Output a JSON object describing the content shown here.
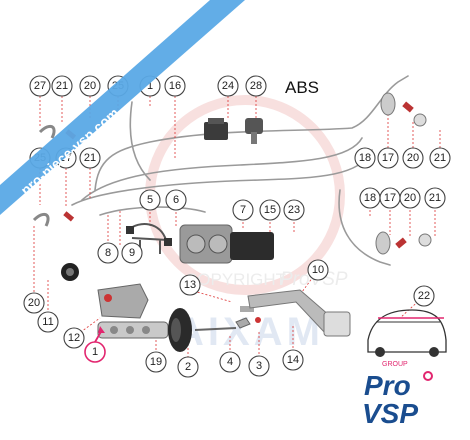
{
  "title": "ABS",
  "banner": {
    "text": "pro-piece-vsp.com",
    "color": "#5aa9e6"
  },
  "watermarks": {
    "copyright": "COPYRIGHT",
    "brand_ghost": "ProVSP",
    "brand_wordmark": "AIXAM"
  },
  "logo": {
    "line1": "Pro",
    "line2": "VSP",
    "tag": "GROUP"
  },
  "colors": {
    "accent": "#e2266f",
    "logo_blue": "#1a4d8f",
    "pipe": "#9a9a9a",
    "leader": "#dd3333"
  },
  "callouts": [
    {
      "id": "c27a",
      "label": "27"
    },
    {
      "id": "c21a",
      "label": "21"
    },
    {
      "id": "c20a",
      "label": "20"
    },
    {
      "id": "c25a",
      "label": "25"
    },
    {
      "id": "c1a",
      "label": "1"
    },
    {
      "id": "c16",
      "label": "16"
    },
    {
      "id": "c24",
      "label": "24"
    },
    {
      "id": "c28",
      "label": "28"
    },
    {
      "id": "c25b",
      "label": "25"
    },
    {
      "id": "c27b",
      "label": "27"
    },
    {
      "id": "c21b",
      "label": "21"
    },
    {
      "id": "c18a",
      "label": "18"
    },
    {
      "id": "c17a",
      "label": "17"
    },
    {
      "id": "c20b",
      "label": "20"
    },
    {
      "id": "c21c",
      "label": "21"
    },
    {
      "id": "c5",
      "label": "5"
    },
    {
      "id": "c6",
      "label": "6"
    },
    {
      "id": "c7",
      "label": "7"
    },
    {
      "id": "c15",
      "label": "15"
    },
    {
      "id": "c23",
      "label": "23"
    },
    {
      "id": "c18b",
      "label": "18"
    },
    {
      "id": "c17b",
      "label": "17"
    },
    {
      "id": "c20c",
      "label": "20"
    },
    {
      "id": "c21d",
      "label": "21"
    },
    {
      "id": "c8",
      "label": "8"
    },
    {
      "id": "c9",
      "label": "9"
    },
    {
      "id": "c10",
      "label": "10"
    },
    {
      "id": "c13",
      "label": "13"
    },
    {
      "id": "c20d",
      "label": "20"
    },
    {
      "id": "c11",
      "label": "11"
    },
    {
      "id": "c12",
      "label": "12"
    },
    {
      "id": "c1b",
      "label": "1"
    },
    {
      "id": "c19",
      "label": "19"
    },
    {
      "id": "c2",
      "label": "2"
    },
    {
      "id": "c4",
      "label": "4"
    },
    {
      "id": "c3",
      "label": "3"
    },
    {
      "id": "c14",
      "label": "14"
    },
    {
      "id": "c22",
      "label": "22"
    }
  ]
}
